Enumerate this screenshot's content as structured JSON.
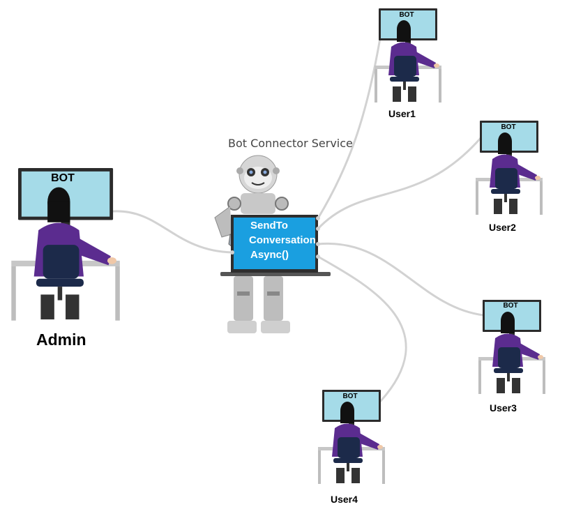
{
  "service": {
    "label": "Bot Connector Service",
    "method_lines": [
      "SendTo",
      "Conversation",
      "Async()"
    ]
  },
  "admin": {
    "label": "Admin",
    "screen_text": "BOT"
  },
  "users": [
    {
      "label": "User1",
      "screen_text": "BOT"
    },
    {
      "label": "User2",
      "screen_text": "BOT"
    },
    {
      "label": "User3",
      "screen_text": "BOT"
    },
    {
      "label": "User4",
      "screen_text": "BOT"
    }
  ],
  "colors": {
    "screen": "#a5dbe8",
    "monitor_frame": "#2b2b2b",
    "shirt": "#5b2c8f",
    "hair": "#111111",
    "chair": "#1c2a4a",
    "desk": "#bdbdbd",
    "robot_body": "#c4c4c4",
    "robot_laptop": "#1a9fe0",
    "connector": "#cfcfcf"
  }
}
